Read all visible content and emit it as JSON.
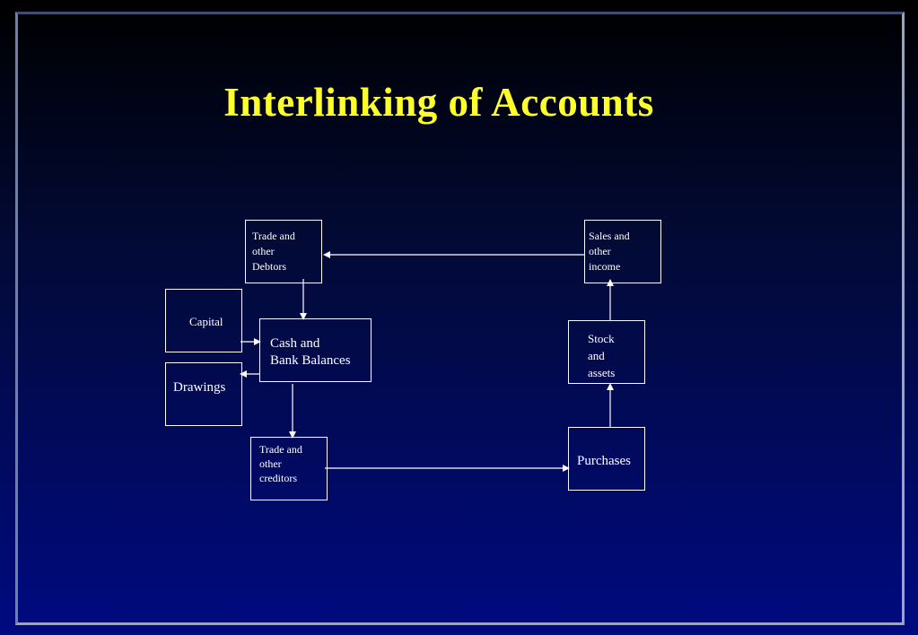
{
  "slide": {
    "title": "Interlinking of Accounts"
  },
  "nodes": {
    "trade_debtors": "Trade and\nother\nDebtors",
    "sales_income": "Sales and\nother\nincome",
    "capital": "Capital",
    "cash_bank": "Cash and\nBank Balances",
    "drawings": "Drawings",
    "stock_assets": "Stock\nand\nassets",
    "trade_creditors": "Trade and\nother\ncreditors",
    "purchases": "Purchases"
  },
  "colors": {
    "title": "#ffff2a",
    "lines": "#ffffff",
    "background_top": "#000000",
    "background_bottom": "#000a80"
  }
}
